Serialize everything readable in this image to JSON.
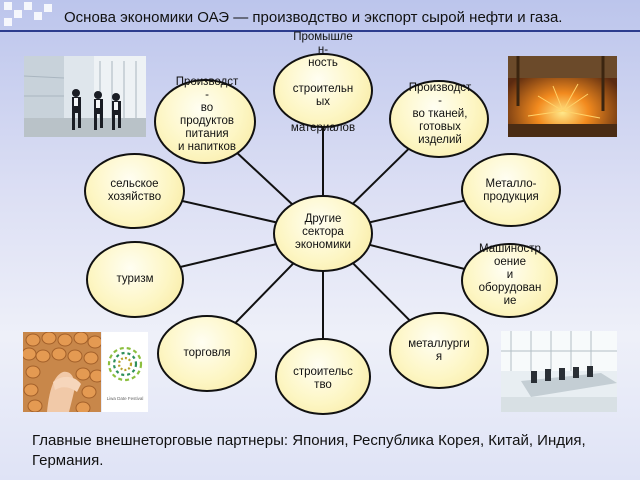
{
  "title": "Основа экономики ОАЭ — производство и экспорт сырой нефти и газа.",
  "center": "Другие\nсектора\nэкономики",
  "nodes": {
    "food": "Производст\n-\nво\nпродуктов\nпитания\nи напитков",
    "construction_materials": "Промышле\nн-\nность\n\nстроительн\nых\n\nматериалов",
    "textiles": "Производст\n-\nво тканей,\nготовых\nизделий",
    "metal_products": "Металло-\nпродукция",
    "machinery": "Машиностр\nоение\nи\nоборудован\nие",
    "metallurgy": "металлурги\nя",
    "construction": "строительс\nтво",
    "trade": "торговля",
    "tourism": "туризм",
    "agriculture": "сельское\nхозяйство"
  },
  "logo_text": "Liwa Date Festival",
  "footer": "Главные внешнеторговые партнеры: Япония, Республика Корея, Китай, Индия, Германия."
}
